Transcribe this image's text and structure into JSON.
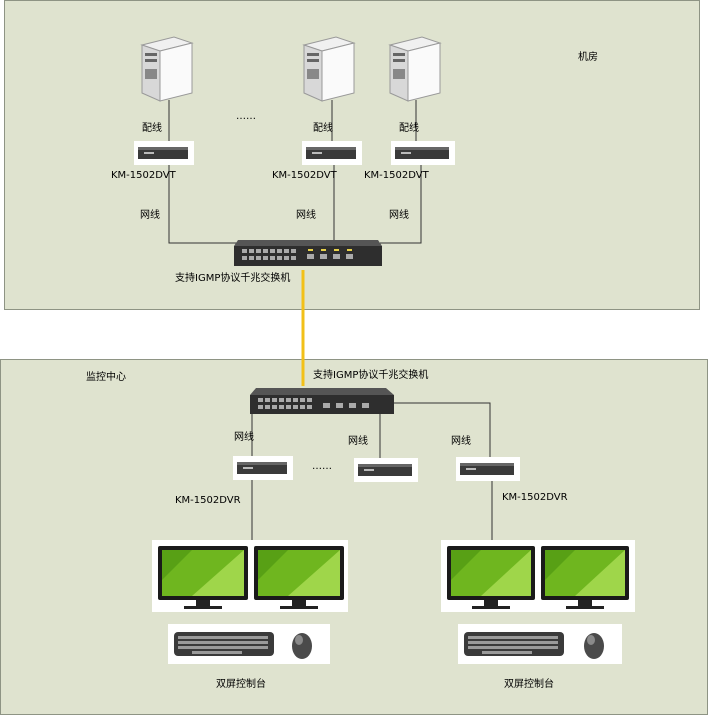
{
  "zones": {
    "machine_room_label": "机房",
    "monitor_center_label": "监控中心"
  },
  "servers": {
    "ellipsis": "……",
    "cable_label": "配线"
  },
  "encoders": {
    "model": "KM-1502DVT",
    "network_label": "网线"
  },
  "switches": {
    "label": "支持IGMP协议千兆交换机"
  },
  "decoders": {
    "network_label": "网线",
    "ellipsis": "……",
    "model": "KM-1502DVR"
  },
  "consoles": {
    "label": "双屏控制台"
  },
  "colors": {
    "zone_fill": "#dfe3cf",
    "zone_border": "#8e9484",
    "trunk_link": "#f2c018",
    "screen_green": "#6fb61f"
  }
}
